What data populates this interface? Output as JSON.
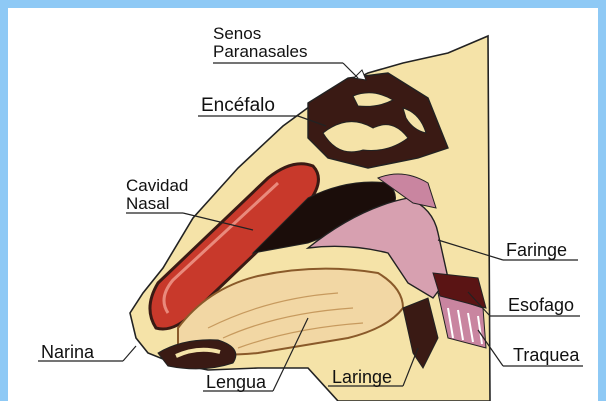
{
  "colors": {
    "frame": "#8ec9f5",
    "skin": "#f5e3a8",
    "dark_tissue": "#3a1a14",
    "nasal_red": "#c8392b",
    "pharynx_pink": "#d7a0b0",
    "tongue": "#f2d7a4",
    "line": "#222222"
  },
  "labels": {
    "senos_line1": "Senos",
    "senos_line2": "Paranasales",
    "encefalo": "Encéfalo",
    "cavidad_line1": "Cavidad",
    "cavidad_line2": "Nasal",
    "faringe": "Faringe",
    "esofago": "Esofago",
    "traquea": "Traquea",
    "narina": "Narina",
    "lengua": "Lengua",
    "laringe": "Laringe"
  }
}
